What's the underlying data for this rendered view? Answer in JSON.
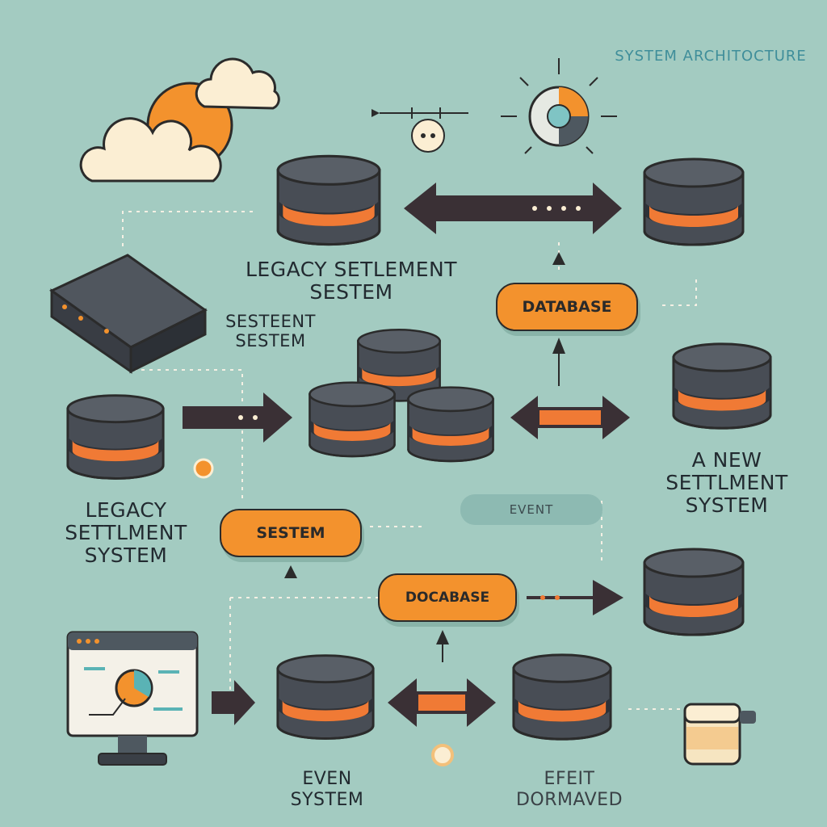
{
  "header": {
    "title": "SYSTEM ARCHITOCTURE"
  },
  "labels": {
    "legacy_top": "LEGACY SETLEMENT SESTEM",
    "server_caption": "SESTEENT SESTEM",
    "legacy_left": "LEGACY SETTLMENT SYSTEM",
    "new_system": "A NEW SETTLMENT SYSTEM",
    "event_system": "EVEN SYSTEM",
    "bottom_right": "EFEIT DORMAVED"
  },
  "pills": {
    "database_top": "DATABASE",
    "sestem": "SESTEM",
    "event": "EVENT",
    "docabase": "DOCABASE"
  },
  "colors": {
    "background": "#a3cbc1",
    "accent_orange": "#f3922d",
    "database_dark": "#484d55",
    "outline": "#2b2b2b",
    "title_teal": "#3f8e9a"
  }
}
